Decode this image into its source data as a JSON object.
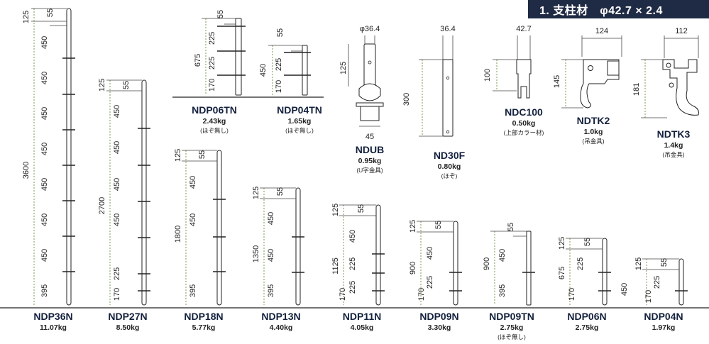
{
  "header": {
    "title": "1. 支柱材　φ42.7 × 2.4"
  },
  "ground_poles": [
    {
      "name": "NDP36N",
      "weight": "11.07kg",
      "note": "",
      "dims": [
        "125",
        "55",
        "450",
        "450",
        "450",
        "450",
        "450",
        "450",
        "450",
        "395"
      ],
      "total": "3600"
    },
    {
      "name": "NDP27N",
      "weight": "8.50kg",
      "note": "",
      "dims": [
        "125",
        "55",
        "450",
        "450",
        "450",
        "450",
        "170",
        "225"
      ],
      "total": "2700"
    },
    {
      "name": "NDP18N",
      "weight": "5.77kg",
      "note": "",
      "dims": [
        "125",
        "55",
        "450",
        "450",
        "395"
      ],
      "total": "1800"
    },
    {
      "name": "NDP13N",
      "weight": "4.40kg",
      "note": "",
      "dims": [
        "125",
        "55",
        "450",
        "450",
        "395"
      ],
      "total": "1350"
    },
    {
      "name": "NDP11N",
      "weight": "4.05kg",
      "note": "",
      "dims": [
        "125",
        "55",
        "450",
        "170",
        "225",
        "225"
      ],
      "total": "1125"
    },
    {
      "name": "NDP09N",
      "weight": "3.30kg",
      "note": "",
      "dims": [
        "125",
        "55",
        "450",
        "170",
        "225"
      ],
      "total": "900"
    },
    {
      "name": "NDP09TN",
      "weight": "2.75kg",
      "note": "(ほぞ無し)",
      "dims": [
        "55",
        "450",
        "395"
      ],
      "total": "900"
    },
    {
      "name": "NDP06N",
      "weight": "2.75kg",
      "note": "",
      "dims": [
        "125",
        "55",
        "170",
        "225"
      ],
      "total": "675"
    },
    {
      "name": "NDP04N",
      "weight": "1.97kg",
      "note": "",
      "dims": [
        "125",
        "55",
        "170",
        "225"
      ],
      "total": "450"
    }
  ],
  "upper_poles": [
    {
      "name": "NDP06TN",
      "weight": "2.43kg",
      "note": "(ほぞ無し)",
      "dims": [
        "55",
        "225",
        "225",
        "170"
      ],
      "total": "675"
    },
    {
      "name": "NDP04TN",
      "weight": "1.65kg",
      "note": "(ほぞ無し)",
      "dims": [
        "55",
        "225",
        "170"
      ],
      "total": "450"
    }
  ],
  "accessories": [
    {
      "name": "NDUB",
      "weight": "0.95kg",
      "note": "(U字金具)",
      "dims": [
        "φ36.4",
        "125",
        "45"
      ]
    },
    {
      "name": "ND30F",
      "weight": "0.80kg",
      "note": "(ほぞ)",
      "dims": [
        "36.4",
        "300"
      ]
    },
    {
      "name": "NDC100",
      "weight": "0.50kg",
      "note": "(上部カラー材)",
      "dims": [
        "42.7",
        "100"
      ]
    },
    {
      "name": "NDTK2",
      "weight": "1.0kg",
      "note": "(吊金具)",
      "dims": [
        "124",
        "145"
      ]
    },
    {
      "name": "NDTK3",
      "weight": "1.4kg",
      "note": "(吊金具)",
      "dims": [
        "112",
        "181"
      ]
    }
  ]
}
